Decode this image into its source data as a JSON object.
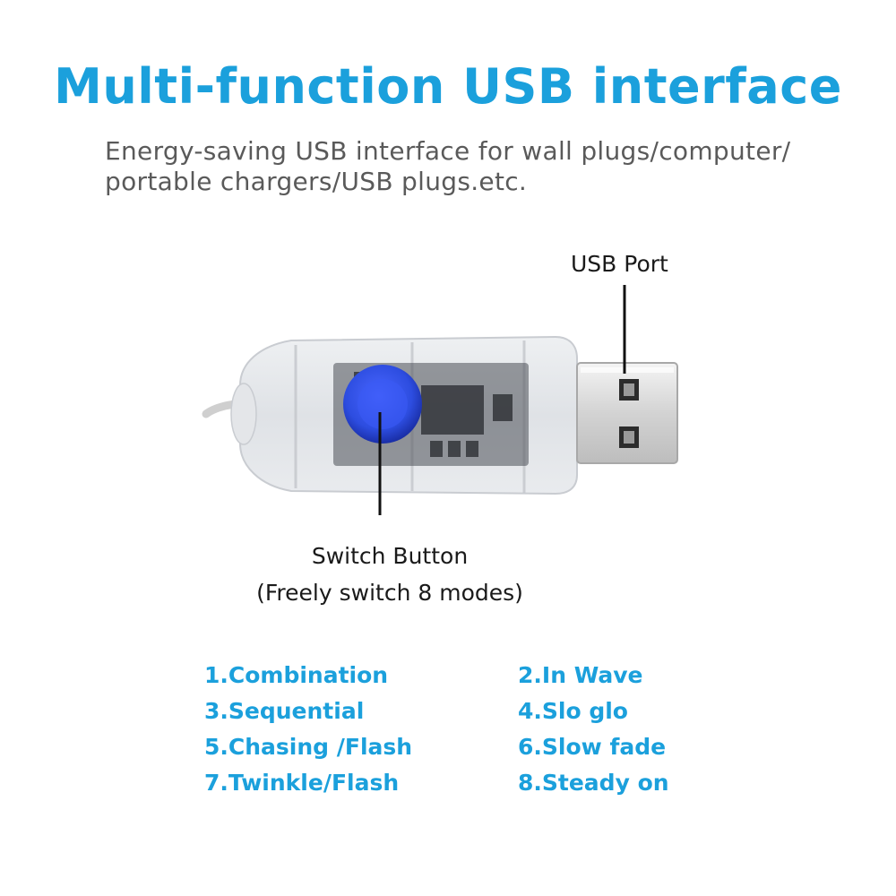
{
  "header": {
    "title": "Multi-function USB interface",
    "subtitle_line1": "Energy-saving USB interface for wall plugs/computer/",
    "subtitle_line2": "portable chargers/USB plugs.etc."
  },
  "callouts": {
    "usb_port": "USB Port",
    "switch_button": "Switch Button",
    "switch_note": "(Freely switch 8 modes)"
  },
  "modes": [
    "1.Combination",
    "2.In Wave",
    "3.Sequential",
    "4.Slo glo",
    "5.Chasing /Flash",
    "6.Slow fade",
    "7.Twinkle/Flash",
    "8.Steady on"
  ],
  "colors": {
    "accent": "#1ba0dc",
    "subtitle_text": "#5a5a5a",
    "button_blue": "#2d4de0"
  }
}
